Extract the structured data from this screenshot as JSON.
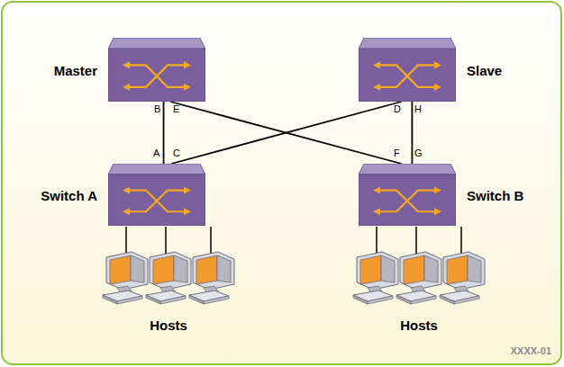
{
  "diagram": {
    "nodes": [
      {
        "text": [
          "Master"
        ]
      },
      {
        "text": [
          "Slave"
        ]
      },
      {
        "text": [
          "Switch A"
        ]
      },
      {
        "text": [
          "Switch B"
        ]
      }
    ],
    "edges": [
      {
        "from": 0,
        "to": 2,
        "arrow": "none"
      },
      {
        "from": 0,
        "to": 3,
        "arrow": "none"
      },
      {
        "from": 1,
        "to": 2,
        "arrow": "none"
      },
      {
        "from": 1,
        "to": 3,
        "arrow": "none"
      }
    ],
    "labels": [
      "B",
      "E",
      "A",
      "C",
      "D",
      "H",
      "F",
      "G",
      "Hosts",
      "Hosts",
      "XXXX-01"
    ]
  }
}
